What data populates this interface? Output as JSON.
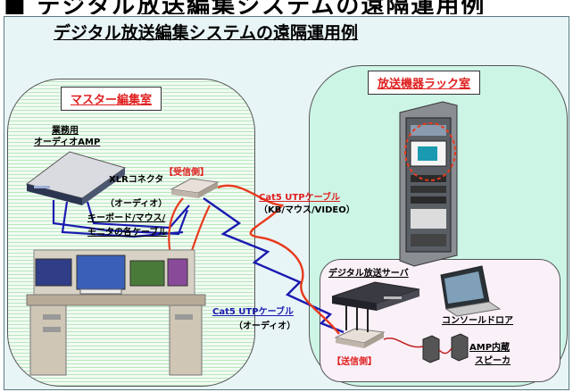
{
  "header": {
    "title_strip": "■ デジタル放送編集システムの遠隔運用例"
  },
  "diagram": {
    "title": "デジタル放送編集システムの遠隔運用例",
    "rooms": {
      "master": "マスター編集室",
      "rack": "放送機器ラック室"
    },
    "labels": {
      "amp_line1": "業務用",
      "amp_line2": "オーディオAMP",
      "xlr": "XLRコネクタ",
      "receiver": "【受信側】",
      "audio_paren": "（オーディオ）",
      "kbd_mouse": "キーボード/マウス/",
      "monitor_cables": "モニタの各ケーブル",
      "cat5_kb": "Cat5 UTPケーブル",
      "kb_paren": "（KB/マウス/VIDEO）",
      "cat5_audio": "Cat5 UTPケーブル",
      "audio_paren2": "（オーディオ）",
      "server": "デジタル放送サーバ",
      "console": "コンソールドロア",
      "sender": "【送信側】",
      "speaker_line1": "AMP内蔵",
      "speaker_line2": "スピーカ"
    },
    "colors": {
      "frame_bg": "#e8f5f7",
      "left_room": "#f1fbf3",
      "right_room": "#cdf5e6",
      "server_area": "#faf0f8",
      "label_red": "#e02020",
      "cable_blue": "#1a1ab0",
      "cable_red": "#e83a1c"
    }
  }
}
